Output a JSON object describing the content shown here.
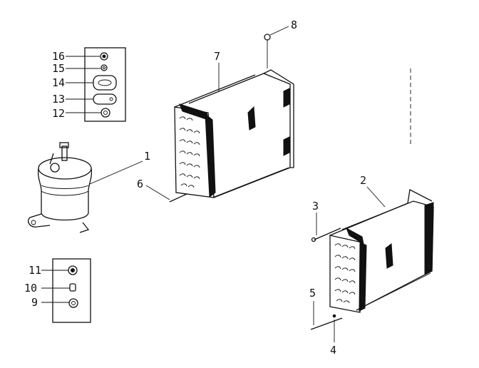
{
  "callouts": {
    "n1": "1",
    "n2": "2",
    "n3": "3",
    "n4": "4",
    "n5": "5",
    "n6": "6",
    "n7": "7",
    "n8": "8",
    "n9": "9",
    "n10": "10",
    "n11": "11",
    "n12": "12",
    "n13": "13",
    "n14": "14",
    "n15": "15",
    "n16": "16"
  },
  "colors": {
    "ink": "#111111",
    "paper": "#ffffff"
  }
}
